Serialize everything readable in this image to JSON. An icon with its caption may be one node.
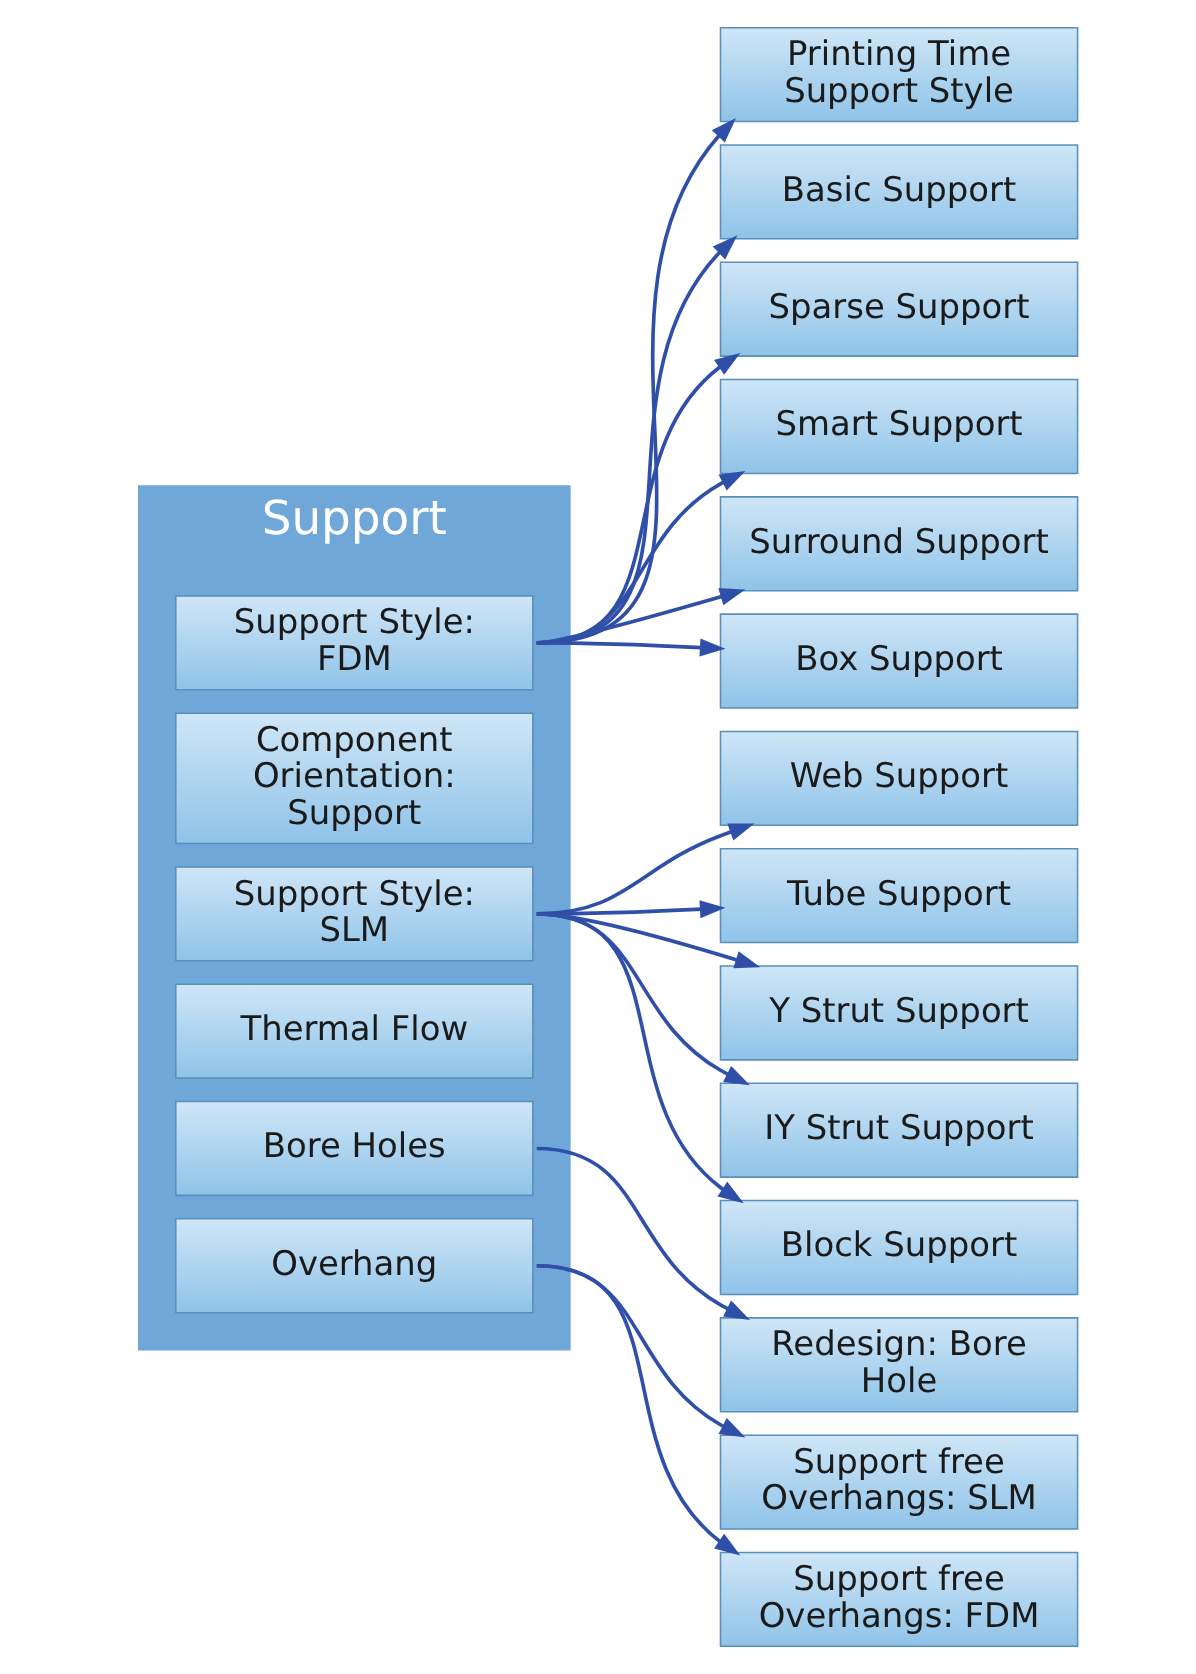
{
  "diagram": {
    "nodes": [
      {
        "text": [
          "Support"
        ]
      },
      {
        "text": [
          "Support Style: FDM"
        ],
        "in": 0
      },
      {
        "text": [
          "Component Orientation: Support"
        ],
        "in": 0
      },
      {
        "text": [
          "Support Style: SLM"
        ],
        "in": 0
      },
      {
        "text": [
          "Thermal Flow"
        ],
        "in": 0
      },
      {
        "text": [
          "Bore Holes"
        ],
        "in": 0
      },
      {
        "text": [
          "Overhang"
        ],
        "in": 0
      },
      {
        "text": [
          "Printing Time Support Style"
        ]
      },
      {
        "text": [
          "Basic Support"
        ]
      },
      {
        "text": [
          "Sparse Support"
        ]
      },
      {
        "text": [
          "Smart Support"
        ]
      },
      {
        "text": [
          "Surround Support"
        ]
      },
      {
        "text": [
          "Box Support"
        ]
      },
      {
        "text": [
          "Web Support"
        ]
      },
      {
        "text": [
          "Tube Support"
        ]
      },
      {
        "text": [
          "Y Strut Support"
        ]
      },
      {
        "text": [
          "IY Strut Support"
        ]
      },
      {
        "text": [
          "Block Support"
        ]
      },
      {
        "text": [
          "Redesign: Bore Hole"
        ]
      },
      {
        "text": [
          "Support free Overhangs: SLM"
        ]
      },
      {
        "text": [
          "Support free Overhangs: FDM"
        ]
      }
    ],
    "edges": [
      {
        "from": 1,
        "to": 7,
        "arrow": "to"
      },
      {
        "from": 1,
        "to": 8,
        "arrow": "to"
      },
      {
        "from": 1,
        "to": 9,
        "arrow": "to"
      },
      {
        "from": 1,
        "to": 10,
        "arrow": "to"
      },
      {
        "from": 1,
        "to": 11,
        "arrow": "to"
      },
      {
        "from": 1,
        "to": 12,
        "arrow": "to"
      },
      {
        "from": 3,
        "to": 13,
        "arrow": "to"
      },
      {
        "from": 3,
        "to": 14,
        "arrow": "to"
      },
      {
        "from": 3,
        "to": 15,
        "arrow": "to"
      },
      {
        "from": 3,
        "to": 16,
        "arrow": "to"
      },
      {
        "from": 3,
        "to": 17,
        "arrow": "to"
      },
      {
        "from": 5,
        "to": 18,
        "arrow": "to"
      },
      {
        "from": 6,
        "to": 19,
        "arrow": "to"
      },
      {
        "from": 6,
        "to": 20,
        "arrow": "to"
      }
    ]
  }
}
